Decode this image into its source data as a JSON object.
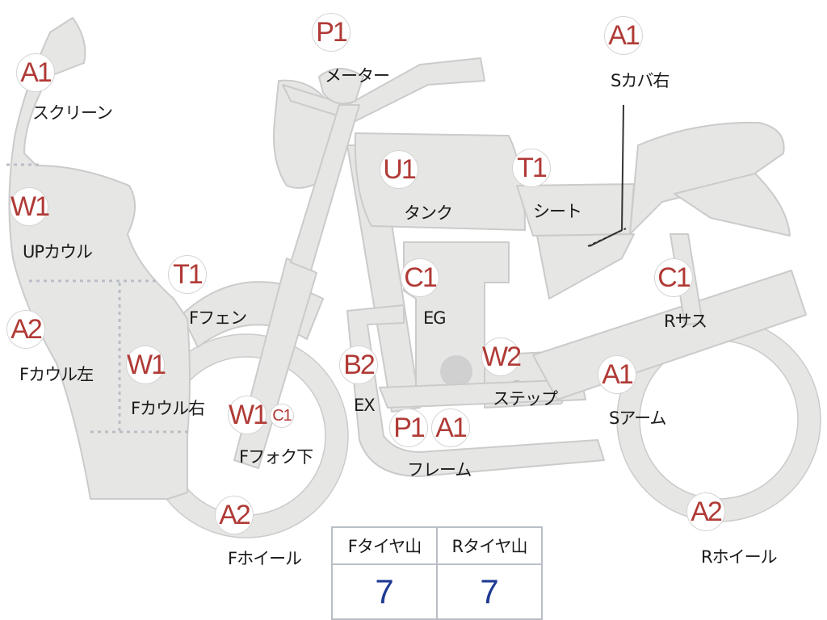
{
  "parts": [
    {
      "id": "screen",
      "grade": "A1",
      "label": "スクリーン"
    },
    {
      "id": "up-cowl",
      "grade": "W1",
      "label": "UPカウル"
    },
    {
      "id": "f-cowl-left",
      "grade": "A2",
      "label": "Fカウル左"
    },
    {
      "id": "f-cowl-right",
      "grade": "W1",
      "label": "Fカウル右"
    },
    {
      "id": "f-fender",
      "grade": "T1",
      "label": "Fフェン"
    },
    {
      "id": "f-fork-lower",
      "grade": "W1",
      "grade2": "C1",
      "label": "Fフォク下"
    },
    {
      "id": "f-wheel",
      "grade": "A2",
      "label": "Fホイール"
    },
    {
      "id": "meter",
      "grade": "P1",
      "label": "メーター"
    },
    {
      "id": "tank",
      "grade": "U1",
      "label": "タンク"
    },
    {
      "id": "engine",
      "grade": "C1",
      "label": "EG"
    },
    {
      "id": "exhaust",
      "grade": "B2",
      "label": "EX"
    },
    {
      "id": "frame",
      "grade": "P1",
      "grade2": "A1",
      "label": "フレーム"
    },
    {
      "id": "step",
      "grade": "W2",
      "label": "ステップ"
    },
    {
      "id": "seat",
      "grade": "T1",
      "label": "シート"
    },
    {
      "id": "side-cover-right",
      "grade": "A1",
      "label": "Sカバ右"
    },
    {
      "id": "rear-suspension",
      "grade": "C1",
      "label": "Rサス"
    },
    {
      "id": "swing-arm",
      "grade": "A1",
      "label": "Sアーム"
    },
    {
      "id": "r-wheel",
      "grade": "A2",
      "label": "Rホイール"
    }
  ],
  "tire_table": {
    "headers": [
      "Fタイヤ山",
      "Rタイヤ山"
    ],
    "values": [
      "7",
      "7"
    ]
  },
  "colors": {
    "body_fill": "#e6e6e4",
    "body_stroke": "#c9c9c9",
    "grade_text": "#b03a36",
    "value_text": "#1f3a93"
  }
}
